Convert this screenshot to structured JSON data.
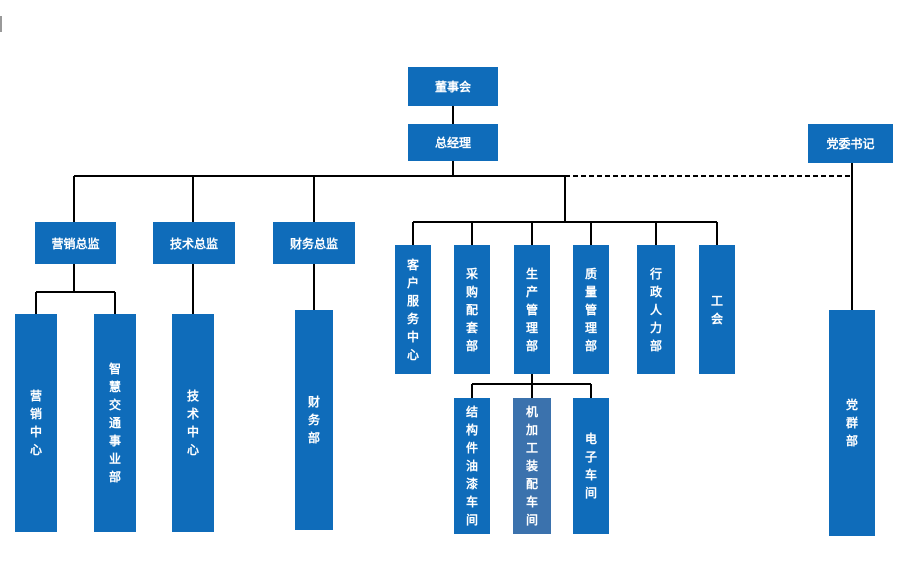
{
  "nodes": {
    "board": "董事会",
    "gm": "总经理",
    "party_secretary": "党委书记",
    "marketing_director": "营销总监",
    "tech_director": "技术总监",
    "finance_director": "财务总监",
    "customer_service": "客户服务中心",
    "procurement": "采购配套部",
    "production": "生产管理部",
    "quality": "质量管理部",
    "admin_hr": "行政人力部",
    "union": "工会",
    "marketing_center": "营销中心",
    "smart_traffic": "智慧交通事业部",
    "tech_center": "技术中心",
    "finance_dept": "财务部",
    "structure_paint": "结构件油漆车间",
    "machining": "机加工装配车间",
    "electronics": "电子车间",
    "party_group": "党群部"
  },
  "colors": {
    "box": "#0f6cba",
    "box_highlight": "#3b72ad",
    "line": "#000000"
  }
}
